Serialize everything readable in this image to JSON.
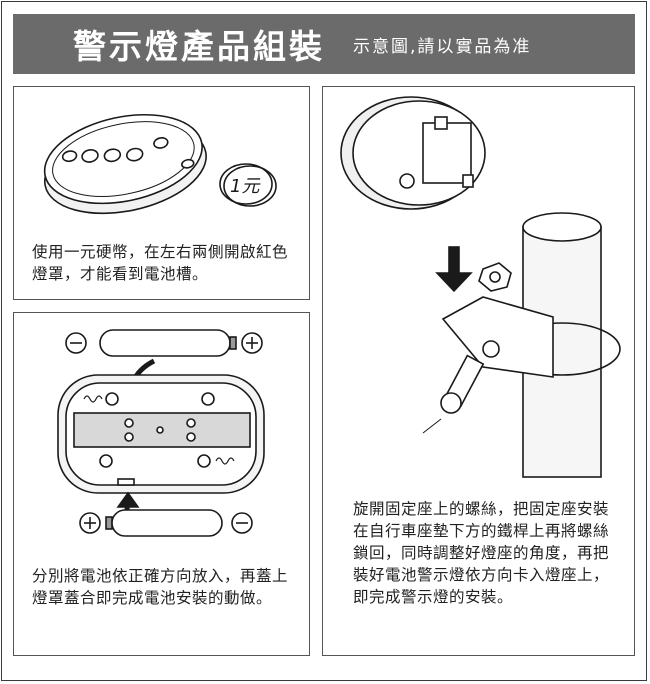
{
  "header": {
    "title": "警示燈產品組裝",
    "subtitle": "示意圖,請以實品為准"
  },
  "panels": {
    "step1": {
      "coin_label": "1元",
      "caption": "使用一元硬幣，在左右兩側開啟紅色燈罩，才能看到電池槽。"
    },
    "step2": {
      "caption": "分別將電池依正確方向放入，再蓋上燈罩蓋合即完成電池安裝的動做。"
    },
    "step3": {
      "caption": "旋開固定座上的螺絲，把固定座安裝在自行車座墊下方的鐵桿上再將螺絲鎖回，同時調整好燈座的角度，再把裝好電池警示燈依方向卡入燈座上，即完成警示燈的安裝。"
    }
  },
  "colors": {
    "header_bg": "#6b6b6b",
    "header_text": "#ffffff",
    "border": "#3a3a3a",
    "line_art": "#1a1a1a"
  }
}
